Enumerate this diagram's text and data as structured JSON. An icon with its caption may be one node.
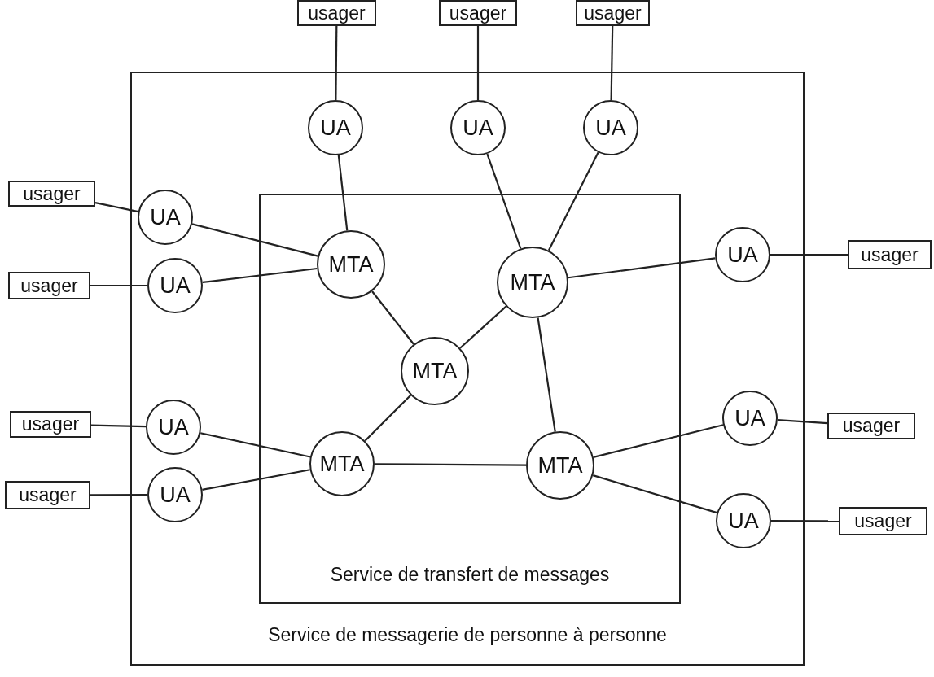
{
  "diagram": {
    "nodes": [
      {
        "text": [
          "usager"
        ]
      },
      {
        "text": [
          "usager"
        ]
      },
      {
        "text": [
          "usager"
        ]
      },
      {
        "text": [
          "Service de messagerie de personne à personne"
        ]
      },
      {
        "text": [
          "UA"
        ],
        "in": 3
      },
      {
        "text": [
          "UA"
        ],
        "in": 3
      },
      {
        "text": [
          "UA"
        ],
        "in": 3
      },
      {
        "text": [
          "Service de transfert de messages"
        ],
        "in": 3
      },
      {
        "text": [
          "usager"
        ]
      },
      {
        "text": [
          "UA"
        ],
        "in": 3
      },
      {
        "text": [
          "MTA"
        ],
        "in": 7
      },
      {
        "text": [
          "MTA"
        ],
        "in": 7
      },
      {
        "text": [
          "UA"
        ],
        "in": 3
      },
      {
        "text": [
          "usager"
        ]
      },
      {
        "text": [
          "usager"
        ]
      },
      {
        "text": [
          "UA"
        ],
        "in": 3
      },
      {
        "text": [
          "MTA"
        ],
        "in": 7
      },
      {
        "text": [
          "usager"
        ]
      },
      {
        "text": [
          "UA"
        ],
        "in": 3
      },
      {
        "text": [
          "UA"
        ],
        "in": 3
      },
      {
        "text": [
          "usager"
        ]
      },
      {
        "text": [
          "MTA"
        ],
        "in": 7
      },
      {
        "text": [
          "MTA"
        ],
        "in": 7
      },
      {
        "text": [
          "usager"
        ]
      },
      {
        "text": [
          "UA"
        ],
        "in": 3
      },
      {
        "text": [
          "UA"
        ],
        "in": 3
      },
      {
        "text": [
          "usager"
        ]
      }
    ],
    "edges": [
      {
        "from": 0,
        "to": 4,
        "arrow": "none"
      },
      {
        "from": 1,
        "to": 5,
        "arrow": "none"
      },
      {
        "from": 2,
        "to": 6,
        "arrow": "none"
      },
      {
        "from": 4,
        "to": 10,
        "arrow": "none"
      },
      {
        "from": 5,
        "to": 11,
        "arrow": "none"
      },
      {
        "from": 6,
        "to": 11,
        "arrow": "none"
      },
      {
        "from": 8,
        "to": 9,
        "arrow": "none"
      },
      {
        "from": 9,
        "to": 10,
        "arrow": "none"
      },
      {
        "from": 14,
        "to": 15,
        "arrow": "none"
      },
      {
        "from": 15,
        "to": 10,
        "arrow": "none"
      },
      {
        "from": 10,
        "to": 16,
        "arrow": "none"
      },
      {
        "from": 11,
        "to": 16,
        "arrow": "none"
      },
      {
        "from": 11,
        "to": 12,
        "arrow": "none"
      },
      {
        "from": 12,
        "to": 13,
        "arrow": "none"
      },
      {
        "from": 11,
        "to": 22,
        "arrow": "none"
      },
      {
        "from": 16,
        "to": 21,
        "arrow": "none"
      },
      {
        "from": 21,
        "to": 22,
        "arrow": "none"
      },
      {
        "from": 17,
        "to": 18,
        "arrow": "none"
      },
      {
        "from": 18,
        "to": 21,
        "arrow": "none"
      },
      {
        "from": 23,
        "to": 24,
        "arrow": "none"
      },
      {
        "from": 24,
        "to": 21,
        "arrow": "none"
      },
      {
        "from": 22,
        "to": 19,
        "arrow": "none"
      },
      {
        "from": 19,
        "to": 20,
        "arrow": "none"
      },
      {
        "from": 22,
        "to": 25,
        "arrow": "none"
      },
      {
        "from": 25,
        "to": 26,
        "arrow": "none"
      }
    ]
  }
}
